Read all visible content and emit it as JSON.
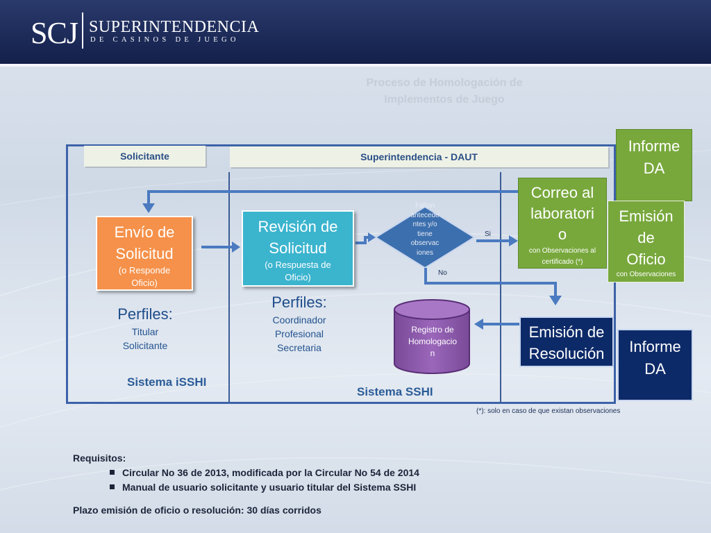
{
  "header": {
    "logo_abbr": "SCJ",
    "logo_main": "SUPERINTENDENCIA",
    "logo_sub": "DE CASINOS DE JUEGO"
  },
  "title": {
    "line1": "Proceso de Homologación de",
    "line2": "Implementos de Juego"
  },
  "lanes": {
    "solicitante": "Solicitante",
    "superintendencia": "Superintendencia - DAUT"
  },
  "boxes": {
    "envio": {
      "title_line1": "Envío de",
      "title_line2": "Solicitud",
      "sub_line1": "(o Responde",
      "sub_line2": "Oficio)"
    },
    "revision": {
      "title_line1": "Revisión de",
      "title_line2": "Solicitud",
      "sub_line1": "(o Respuesta de",
      "sub_line2": "Oficio)"
    },
    "decision": {
      "line1": "Faltan",
      "line2": "antecede",
      "line3": "ntes y/o",
      "line4": "tiene",
      "line5": "observac",
      "line6": "iones"
    },
    "correo": {
      "title_line1": "Correo al",
      "title_line2": "laboratori",
      "title_line3": "o",
      "sub_line1": "con Observaciones al",
      "sub_line2": "certificado (*)"
    },
    "informe_top": {
      "line1": "Informe",
      "line2": "DA"
    },
    "oficio": {
      "title_line1": "Emisión",
      "title_line2": "de",
      "title_line3": "Oficio",
      "sub": "con Observaciones"
    },
    "registro": {
      "line1": "Registro de",
      "line2": "Homologacio",
      "line3": "n"
    },
    "resolucion": {
      "line1": "Emisión de",
      "line2": "Resolución"
    },
    "informe_bottom": {
      "line1": "Informe",
      "line2": "DA"
    }
  },
  "labels": {
    "si": "Si",
    "no": "No"
  },
  "perfiles_left": {
    "title": "Perfiles:",
    "line1": "Titular",
    "line2": "Solicitante"
  },
  "perfiles_right": {
    "title": "Perfiles:",
    "line1": "Coordinador",
    "line2": "Profesional",
    "line3": "Secretaria"
  },
  "sistemas": {
    "left": "Sistema iSSHI",
    "right": "Sistema SSHI"
  },
  "note": "(*): solo en caso de que existan observaciones",
  "requisitos": {
    "heading": "Requisitos:",
    "items": [
      "Circular No 36 de 2013, modificada por la Circular No 54 de 2014",
      "Manual de usuario solicitante y usuario titular del Sistema SSHI"
    ]
  },
  "plazo": "Plazo emisión de oficio o resolución: 30 días corridos",
  "colors": {
    "header_bg": "#1c2a58",
    "orange": "#f5914a",
    "cyan": "#3bb4ce",
    "green": "#78a83c",
    "navy": "#0d2a68",
    "purple": "#8a55a8",
    "diamond": "#3c6fae",
    "arrow": "#4a7ac0"
  }
}
